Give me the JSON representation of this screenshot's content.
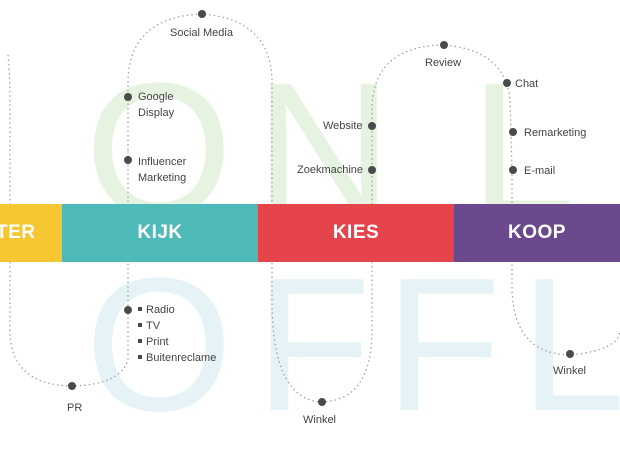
{
  "background_words": {
    "top": [
      "O",
      "N",
      "L"
    ],
    "bottom": [
      "O",
      "F",
      "F",
      "L"
    ]
  },
  "stages": [
    {
      "label": "TER",
      "color": "#f7c733"
    },
    {
      "label": "KIJK",
      "color": "#4db9b8"
    },
    {
      "label": "KIES",
      "color": "#e4444a"
    },
    {
      "label": "KOOP",
      "color": "#6a4a8c"
    }
  ],
  "online_touchpoints": {
    "social_media": "Social Media",
    "google_display": [
      "Google",
      "Display"
    ],
    "influencer": [
      "Influencer",
      "Marketing"
    ],
    "website": "Website",
    "zoekmachine": "Zoekmachine",
    "review": "Review",
    "chat": "Chat",
    "remarketing": "Remarketing",
    "email": "E-mail"
  },
  "offline_touchpoints": {
    "pr": "PR",
    "media_list": [
      "Radio",
      "TV",
      "Print",
      "Buitenreclame"
    ],
    "winkel_kies": "Winkel",
    "winkel_koop": "Winkel"
  }
}
